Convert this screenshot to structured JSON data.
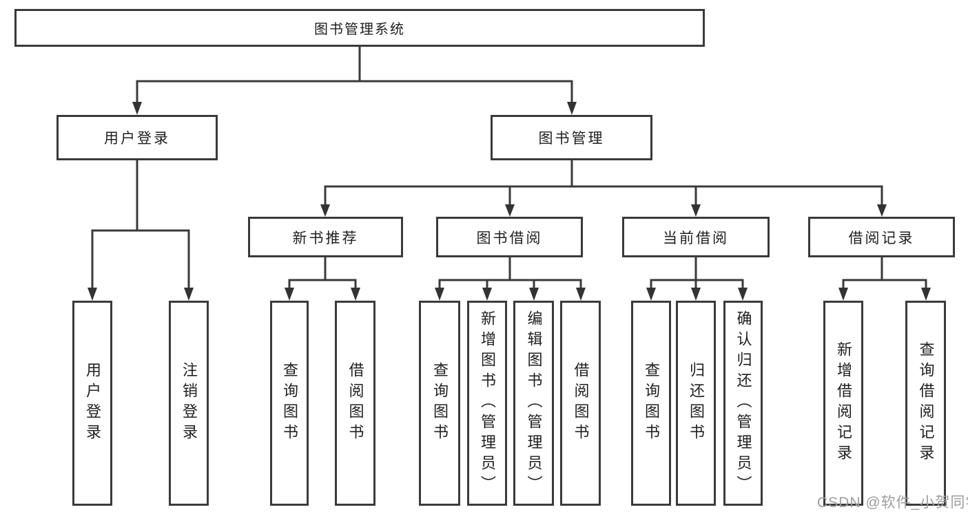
{
  "diagram": {
    "root": {
      "label": "图书管理系统"
    },
    "level2": [
      {
        "id": "user-login",
        "label": "用户登录"
      },
      {
        "id": "book-management",
        "label": "图书管理"
      }
    ],
    "level3": [
      {
        "id": "new-book-recommend",
        "label": "新书推荐"
      },
      {
        "id": "book-borrow",
        "label": "图书借阅"
      },
      {
        "id": "current-borrow",
        "label": "当前借阅"
      },
      {
        "id": "borrow-records",
        "label": "借阅记录"
      }
    ],
    "leaves": {
      "user_login": [
        "用户登录",
        "注销登录"
      ],
      "new_book_recommend": [
        "查询图书",
        "借阅图书"
      ],
      "book_borrow": [
        "查询图书",
        "新增图书（管理员）",
        "编辑图书（管理员）",
        "借阅图书"
      ],
      "current_borrow": [
        "查询图书",
        "归还图书",
        "确认归还（管理员）"
      ],
      "borrow_records": [
        "新增借阅记录",
        "查询借阅记录"
      ]
    }
  },
  "watermark": "CSDN @软件_小贺同学",
  "colors": {
    "line": "#3a3a3a",
    "arrow": "#333333",
    "text": "#1f1f1f",
    "watermark": "#9d9d9d",
    "background": "#ffffff"
  }
}
